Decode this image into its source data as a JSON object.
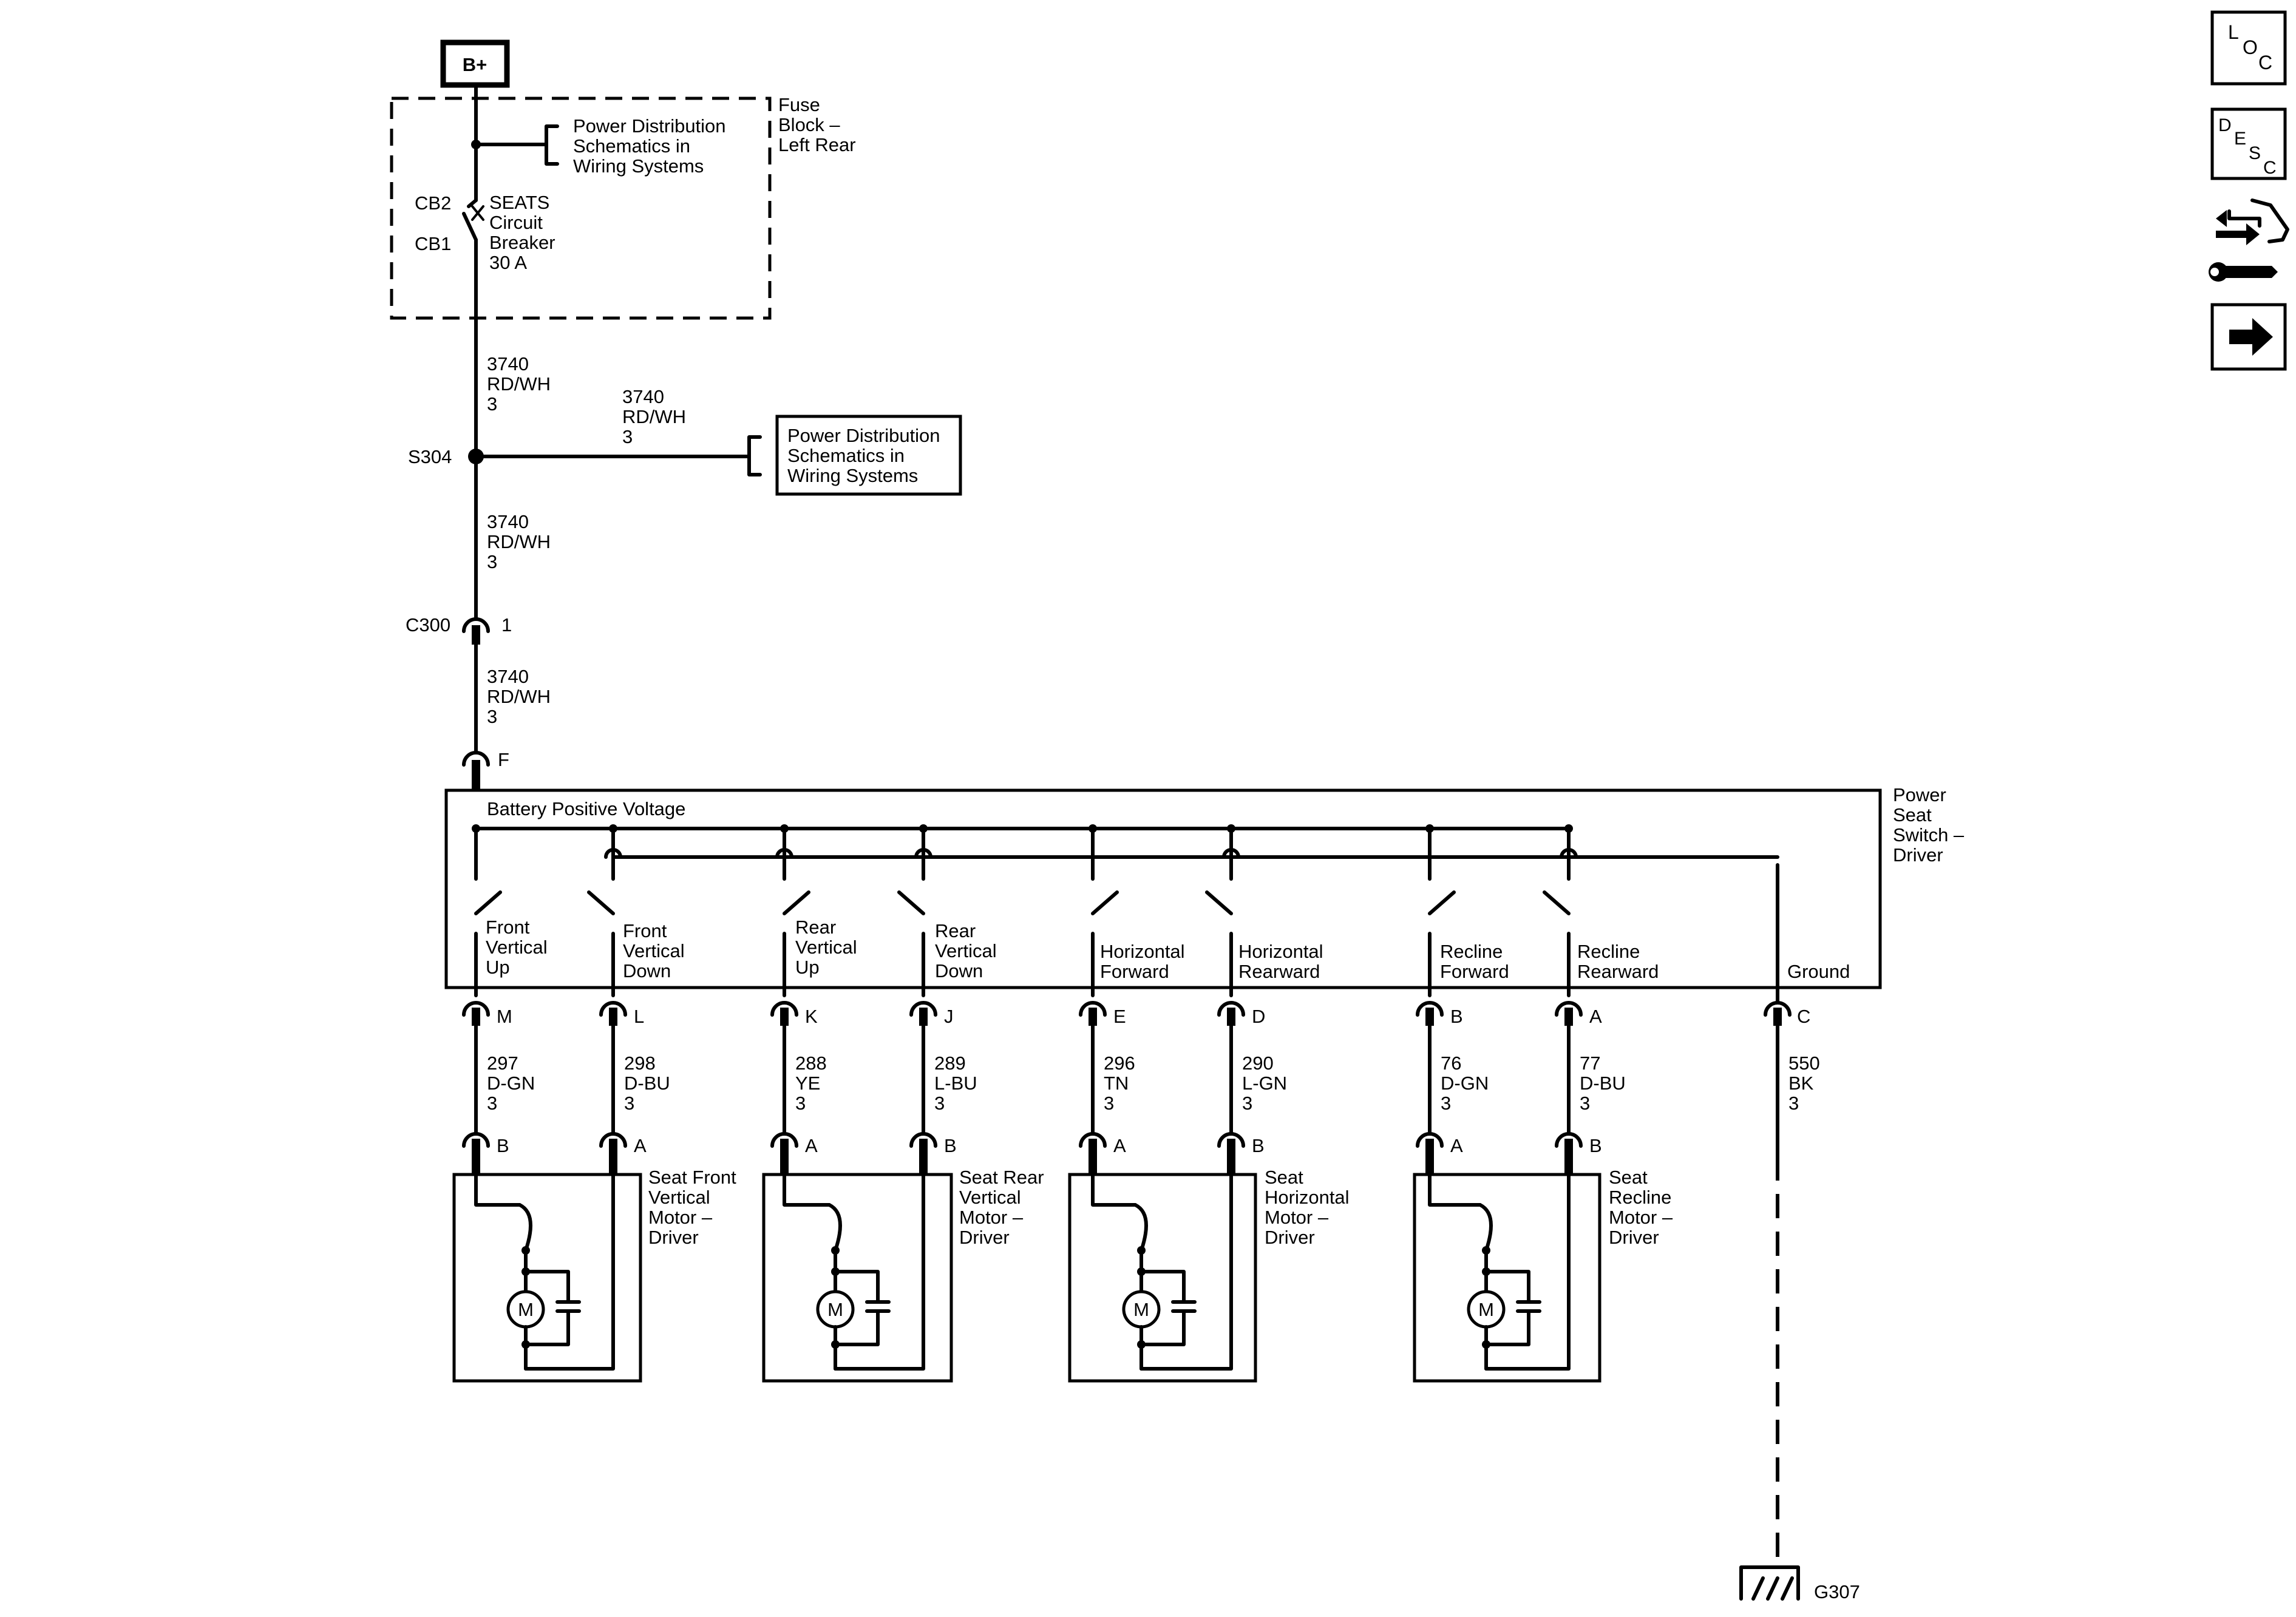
{
  "power": {
    "battery_label": "B+",
    "fuse_block_label": [
      "Fuse",
      "Block –",
      "Left Rear"
    ],
    "power_dist_ref_1": [
      "Power Distribution",
      "Schematics in",
      "Wiring Systems"
    ],
    "cb_terminal_top": "CB2",
    "cb_terminal_bottom": "CB1",
    "cb_label": [
      "SEATS",
      "Circuit",
      "Breaker",
      "30 A"
    ],
    "wire_a": [
      "3740",
      "RD/WH",
      "3"
    ],
    "wire_b": [
      "3740",
      "RD/WH",
      "3"
    ],
    "wire_c": [
      "3740",
      "RD/WH",
      "3"
    ],
    "wire_d": [
      "3740",
      "RD/WH",
      "3"
    ],
    "splice_label": "S304",
    "power_dist_ref_2": [
      "Power Distribution",
      "Schematics in",
      "Wiring Systems"
    ],
    "connector_label": "C300",
    "connector_pin": "1",
    "switch_input_pin": "F"
  },
  "switch": {
    "module_label": [
      "Power",
      "Seat",
      "Switch –",
      "Driver"
    ],
    "bus_label": "Battery Positive Voltage",
    "contacts": [
      {
        "label": [
          "Front",
          "Vertical",
          "Up"
        ]
      },
      {
        "label": [
          "Front",
          "Vertical",
          "Down"
        ]
      },
      {
        "label": [
          "Rear",
          "Vertical",
          "Up"
        ]
      },
      {
        "label": [
          "Rear",
          "Vertical",
          "Down"
        ]
      },
      {
        "label": [
          "Horizontal",
          "Forward"
        ]
      },
      {
        "label": [
          "Horizontal",
          "Rearward"
        ]
      },
      {
        "label": [
          "Recline",
          "Forward"
        ]
      },
      {
        "label": [
          "Recline",
          "Rearward"
        ]
      }
    ],
    "ground_label": "Ground"
  },
  "circuits": [
    {
      "pin": "M",
      "circuit": "297",
      "color": "D-GN",
      "size": "3",
      "motor_pin": "B"
    },
    {
      "pin": "L",
      "circuit": "298",
      "color": "D-BU",
      "size": "3",
      "motor_pin": "A"
    },
    {
      "pin": "K",
      "circuit": "288",
      "color": "YE",
      "size": "3",
      "motor_pin": "A"
    },
    {
      "pin": "J",
      "circuit": "289",
      "color": "L-BU",
      "size": "3",
      "motor_pin": "B"
    },
    {
      "pin": "E",
      "circuit": "296",
      "color": "TN",
      "size": "3",
      "motor_pin": "A"
    },
    {
      "pin": "D",
      "circuit": "290",
      "color": "L-GN",
      "size": "3",
      "motor_pin": "B"
    },
    {
      "pin": "B",
      "circuit": "76",
      "color": "D-GN",
      "size": "3",
      "motor_pin": "A"
    },
    {
      "pin": "A",
      "circuit": "77",
      "color": "D-BU",
      "size": "3",
      "motor_pin": "B"
    }
  ],
  "ground_circuit": {
    "pin": "C",
    "circuit": "550",
    "color": "BK",
    "size": "3",
    "ground_point": "G307"
  },
  "motors": [
    {
      "label": [
        "Seat Front",
        "Vertical",
        "Motor –",
        "Driver"
      ],
      "symbol": "M"
    },
    {
      "label": [
        "Seat Rear",
        "Vertical",
        "Motor –",
        "Driver"
      ],
      "symbol": "M"
    },
    {
      "label": [
        "Seat",
        "Horizontal",
        "Motor –",
        "Driver"
      ],
      "symbol": "M"
    },
    {
      "label": [
        "Seat",
        "Recline",
        "Motor –",
        "Driver"
      ],
      "symbol": "M"
    }
  ],
  "nav": {
    "loc": [
      "L",
      "O",
      "C"
    ],
    "desc": [
      "D",
      "E",
      "S",
      "C"
    ],
    "icons": [
      "loc-icon",
      "desc-icon",
      "connector-repair-icon",
      "next-arrow-icon"
    ]
  }
}
